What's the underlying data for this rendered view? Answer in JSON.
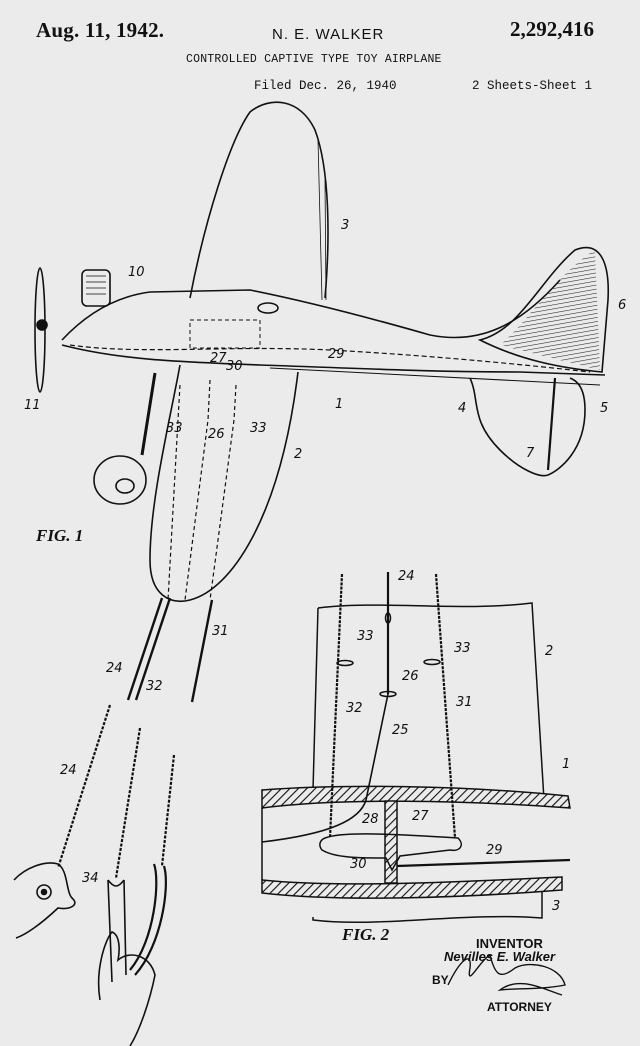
{
  "header": {
    "date": "Aug. 11, 1942.",
    "inventor_short": "N. E. WALKER",
    "patent_number": "2,292,416",
    "title": "CONTROLLED CAPTIVE TYPE TOY AIRPLANE",
    "filed": "Filed Dec. 26, 1940",
    "sheets": "2 Sheets-Sheet 1"
  },
  "figures": {
    "fig1": {
      "label": "FIG. 1",
      "refs": [
        "1",
        "2",
        "3",
        "4",
        "5",
        "6",
        "7",
        "10",
        "11",
        "24",
        "24",
        "26",
        "27",
        "29",
        "30",
        "31",
        "32",
        "33",
        "33",
        "34"
      ]
    },
    "fig2": {
      "label": "FIG. 2",
      "refs": [
        "1",
        "2",
        "3",
        "24",
        "25",
        "26",
        "27",
        "28",
        "29",
        "30",
        "31",
        "32",
        "33",
        "33"
      ]
    }
  },
  "signature": {
    "inventor_heading": "INVENTOR",
    "inventor_name": "Nevilles E. Walker",
    "by": "BY",
    "attorney": "ATTORNEY"
  }
}
